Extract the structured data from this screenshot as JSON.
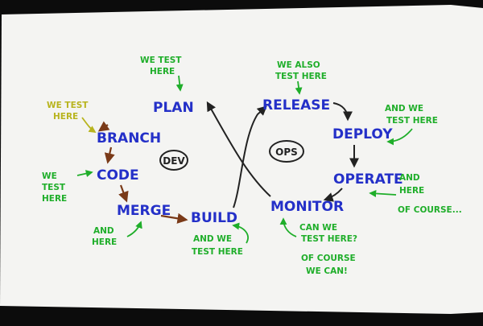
{
  "colors": {
    "stage": "#2430c8",
    "note": "#1fae2a",
    "note_yellow": "#b8b41e",
    "arrow_brown": "#7a3a18",
    "ink": "#222222",
    "board": "#f4f4f2",
    "frame": "#0c0c0c"
  },
  "dev_loop": {
    "label": "DEV",
    "stages": {
      "plan": "PLAN",
      "branch": "BRANCH",
      "code": "CODE",
      "merge": "MERGE",
      "build": "BUILD"
    }
  },
  "ops_loop": {
    "label": "OPS",
    "stages": {
      "release": "RELEASE",
      "deploy": "DEPLOY",
      "operate": "OPERATE",
      "monitor": "MONITOR"
    }
  },
  "notes": {
    "plan": [
      "WE TEST",
      "HERE"
    ],
    "branch": [
      "WE TEST",
      "HERE"
    ],
    "code": [
      "WE",
      "TEST",
      "HERE"
    ],
    "merge": [
      "AND",
      "HERE"
    ],
    "build": [
      "AND WE",
      "TEST HERE"
    ],
    "release": [
      "WE ALSO",
      "TEST HERE"
    ],
    "deploy": [
      "AND WE",
      "TEST HERE"
    ],
    "operate": [
      "AND",
      "HERE",
      "OF COURSE..."
    ],
    "monitor": [
      "CAN WE",
      "TEST HERE?",
      "OF COURSE",
      "WE CAN!"
    ]
  }
}
